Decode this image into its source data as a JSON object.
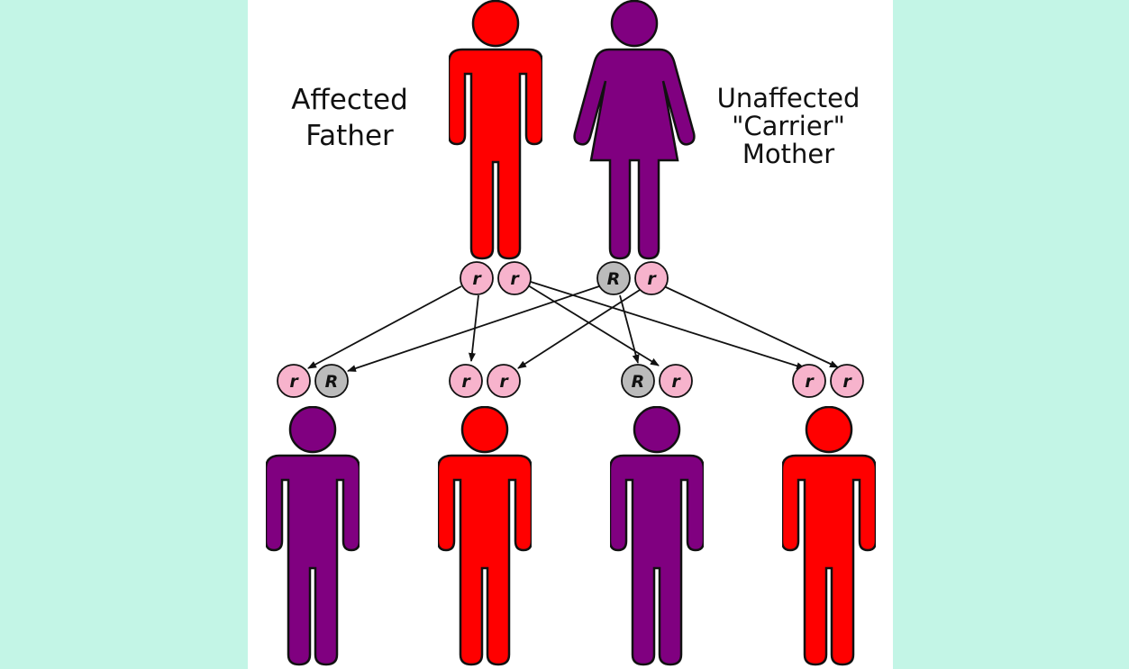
{
  "colors": {
    "page_background": "#c3f5e6",
    "panel_background": "#ffffff",
    "affected": "#ff0000",
    "carrier": "#800080",
    "allele_recessive": "#f7b3cc",
    "allele_dominant": "#bbbbbb",
    "outline": "#111111"
  },
  "parents": {
    "father": {
      "label_lines": [
        "Affected",
        "Father"
      ],
      "status": "affected",
      "alleles": [
        "r",
        "r"
      ]
    },
    "mother": {
      "label_lines": [
        "Unaffected",
        "\"Carrier\"",
        "Mother"
      ],
      "status": "carrier",
      "alleles": [
        "R",
        "r"
      ]
    }
  },
  "children": [
    {
      "status": "carrier",
      "alleles": [
        "r",
        "R"
      ]
    },
    {
      "status": "affected",
      "alleles": [
        "r",
        "r"
      ]
    },
    {
      "status": "carrier",
      "alleles": [
        "R",
        "r"
      ]
    },
    {
      "status": "affected",
      "alleles": [
        "r",
        "r"
      ]
    }
  ]
}
